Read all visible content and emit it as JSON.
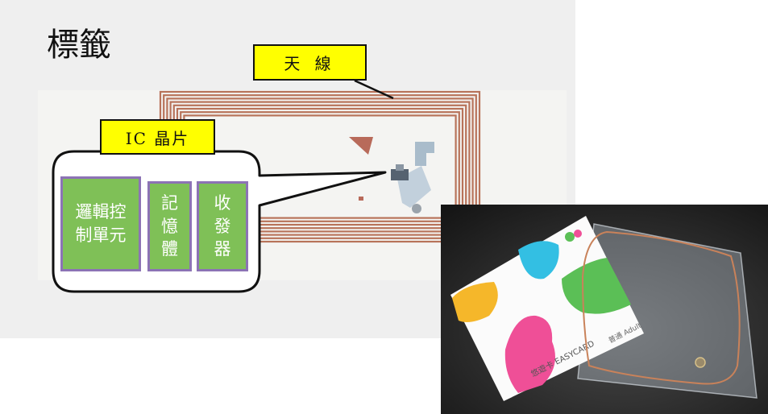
{
  "title": "標籤",
  "labels": {
    "antenna": "天 線",
    "ic_chip": "IC 晶片"
  },
  "ic_blocks": [
    {
      "label": "邏輯控制單元"
    },
    {
      "label": "記憶體"
    },
    {
      "label": "收發器"
    }
  ],
  "card_photo": {
    "card_text": "悠遊卡 EASYCARD",
    "card_type": "普通 Adult"
  },
  "colors": {
    "label_fill": "#ffff00",
    "block_fill": "#7fc057",
    "block_border": "#8c73b5",
    "coil": "#b8735a"
  }
}
